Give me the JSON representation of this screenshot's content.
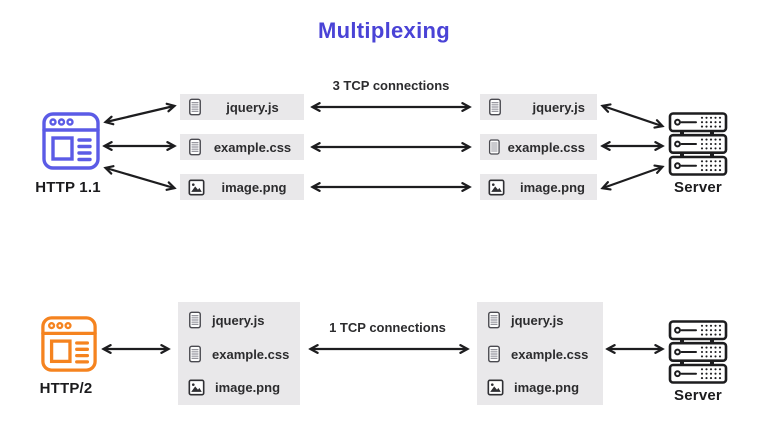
{
  "title": "Multiplexing",
  "colors": {
    "title": "#4a43d6",
    "http11-accent": "#5b5be6",
    "http2-accent": "#f5831f",
    "box-bg": "#e9e8ea",
    "arrow": "#1d1d1f",
    "text": "#2c2c2e"
  },
  "http11": {
    "client_label": "HTTP 1.1",
    "connection_label": "3 TCP connections",
    "server_label": "Server",
    "client_files": [
      {
        "name": "jquery.js"
      },
      {
        "name": "example.css"
      },
      {
        "name": "image.png"
      }
    ],
    "server_files": [
      {
        "name": "jquery.js"
      },
      {
        "name": "example.css"
      },
      {
        "name": "image.png"
      }
    ]
  },
  "http2": {
    "client_label": "HTTP/2",
    "connection_label": "1 TCP connections",
    "server_label": "Server",
    "client_files": [
      {
        "name": "jquery.js"
      },
      {
        "name": "example.css"
      },
      {
        "name": "image.png"
      }
    ],
    "server_files": [
      {
        "name": "jquery.js"
      },
      {
        "name": "example.css"
      },
      {
        "name": "image.png"
      }
    ]
  }
}
